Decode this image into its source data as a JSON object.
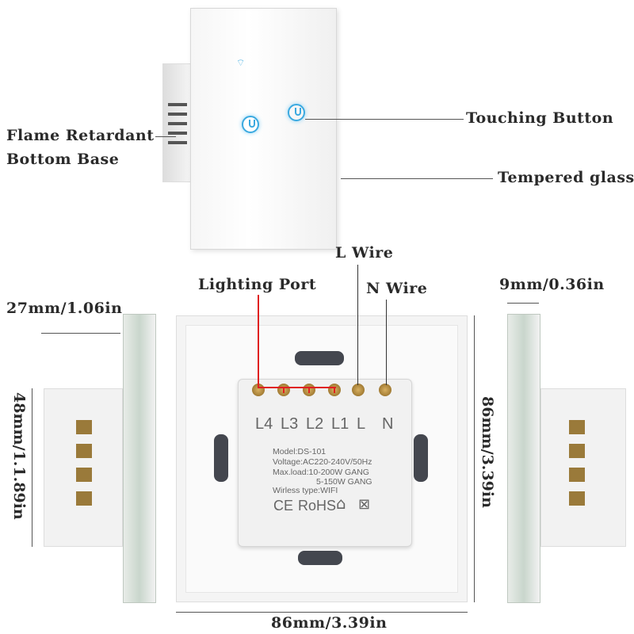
{
  "labels": {
    "flame_retardant": "Flame Retardant",
    "bottom_base": "Bottom Base",
    "touching_button": "Touching Button",
    "tempered_glass": "Tempered glass",
    "l_wire": "L Wire",
    "lighting_port": "Lighting Port",
    "n_wire": "N Wire",
    "depth_total": "27mm/1.06in",
    "glass_depth": "9mm/0.36in",
    "base_height": "48mm/1.1.89in",
    "panel_height": "86mm/3.39in",
    "panel_width": "86mm/3.39in"
  },
  "module": {
    "terminals": [
      "L4",
      "L3",
      "L2",
      "L1",
      "L",
      "N"
    ],
    "model": "Model:DS-101",
    "voltage": "Voltage:AC220-240V/50Hz",
    "max_load": "Max.load:10-200W GANG",
    "max_load_2": "5-150W GANG",
    "wireless": "Wirless type:WIFI",
    "ce": "CE",
    "rohs": "RoHS"
  },
  "colors": {
    "accent": "#3aa9e0",
    "wire": "#e02020"
  }
}
